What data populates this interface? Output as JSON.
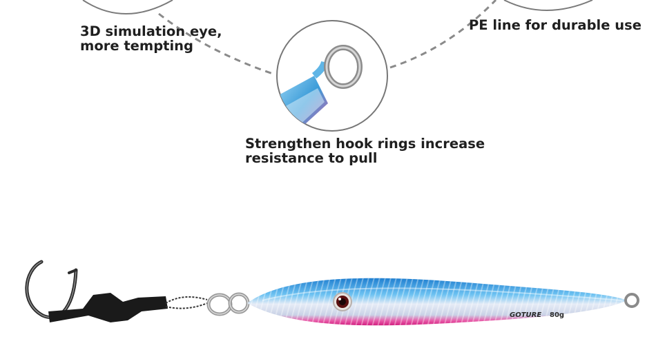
{
  "features": [
    {
      "line1": "3D simulation eye,",
      "line2": "more tempting"
    },
    {
      "line1": "PE line for durable use"
    },
    {
      "line1": "Strengthen hook rings increase",
      "line2": "resistance to pull"
    }
  ],
  "lure": {
    "brand": "GOTURE",
    "weight": "80g",
    "colors": {
      "back": "#2a8fd6",
      "belly": "#e0338c",
      "shine": "#d8dce6"
    }
  }
}
